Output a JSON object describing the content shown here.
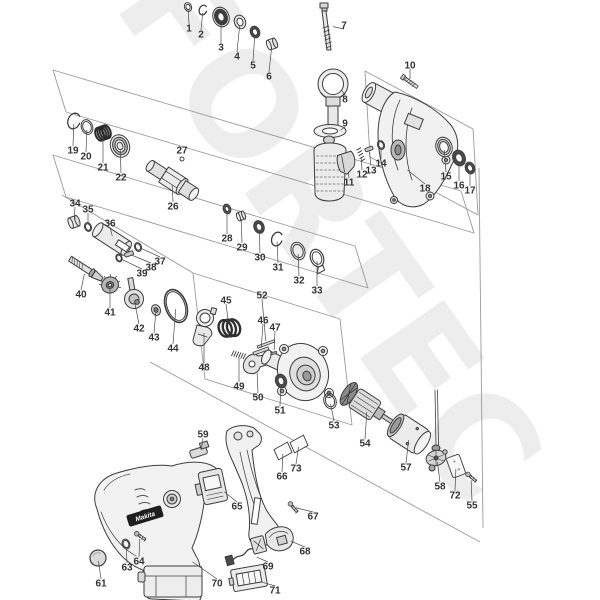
{
  "watermark": {
    "text": "FORTEC",
    "color": "#ededed"
  },
  "brand_label": "Makita",
  "diagram": {
    "line_color": "#3d3d3d",
    "box_color": "#9a9a9a",
    "leader_color": "#4a4a4a",
    "parts": [
      {
        "n": "1",
        "l": [
          189,
          28
        ],
        "t": [
          188,
          7
        ],
        "k": "ring",
        "s": 4.5
      },
      {
        "n": "2",
        "l": [
          201,
          34
        ],
        "t": [
          203,
          10
        ],
        "k": "circlip",
        "s": 5
      },
      {
        "n": "3",
        "l": [
          221,
          47
        ],
        "t": [
          221,
          17
        ],
        "k": "ringlg",
        "s": 10
      },
      {
        "n": "4",
        "l": [
          237,
          56
        ],
        "t": [
          240,
          22
        ],
        "k": "washer",
        "s": 7
      },
      {
        "n": "5",
        "l": [
          253,
          65
        ],
        "t": [
          255,
          32
        ],
        "k": "ringdark",
        "s": 6
      },
      {
        "n": "6",
        "l": [
          269,
          76
        ],
        "t": [
          272,
          44
        ],
        "k": "bush",
        "s": 6
      },
      {
        "n": "7",
        "l": [
          344,
          25
        ],
        "t": [
          330,
          26
        ],
        "k": "none"
      },
      {
        "n": "8",
        "l": [
          345,
          99
        ],
        "t": [
          340,
          88
        ],
        "k": "none"
      },
      {
        "n": "9",
        "l": [
          345,
          123
        ],
        "t": [
          338,
          132
        ],
        "k": "none"
      },
      {
        "n": "10",
        "l": [
          410,
          65
        ],
        "t": [
          410,
          82
        ],
        "k": "screwdiag",
        "s": 8,
        "r": 35
      },
      {
        "n": "11",
        "l": [
          349,
          182
        ],
        "t": [
          348,
          170
        ],
        "k": "none"
      },
      {
        "n": "12",
        "l": [
          362,
          174
        ],
        "t": [
          361,
          155
        ],
        "k": "springv",
        "s": 5
      },
      {
        "n": "13",
        "l": [
          371,
          170
        ],
        "t": [
          369,
          149
        ],
        "k": "pin",
        "s": 4
      },
      {
        "n": "14",
        "l": [
          381,
          163
        ],
        "t": [
          381,
          145
        ],
        "k": "oring",
        "s": 4.5
      },
      {
        "n": "15",
        "l": [
          446,
          176
        ],
        "t": [
          444,
          147
        ],
        "k": "bearing",
        "s": 10
      },
      {
        "n": "16",
        "l": [
          459,
          185
        ],
        "t": [
          459,
          158
        ],
        "k": "ringdark",
        "s": 8
      },
      {
        "n": "17",
        "l": [
          470,
          190
        ],
        "t": [
          470,
          168
        ],
        "k": "ringdark",
        "s": 6
      },
      {
        "n": "18",
        "l": [
          425,
          188
        ],
        "t": [
          405,
          168
        ],
        "k": "none"
      },
      {
        "n": "19",
        "l": [
          73,
          150
        ],
        "t": [
          74,
          121
        ],
        "k": "circlip",
        "s": 8
      },
      {
        "n": "20",
        "l": [
          86,
          156
        ],
        "t": [
          87,
          127
        ],
        "k": "oring",
        "s": 7.5
      },
      {
        "n": "21",
        "l": [
          103,
          167
        ],
        "t": [
          103,
          133
        ],
        "k": "springdark",
        "s": 8
      },
      {
        "n": "22",
        "l": [
          121,
          177
        ],
        "t": [
          120,
          146
        ],
        "k": "bearinglg",
        "s": 11.5
      },
      {
        "n": "26",
        "l": [
          173,
          206
        ],
        "t": [
          172,
          182
        ],
        "k": "none"
      },
      {
        "n": "27",
        "l": [
          182,
          150
        ],
        "t": [
          182,
          159
        ],
        "k": "dot",
        "s": 2
      },
      {
        "n": "28",
        "l": [
          227,
          238
        ],
        "t": [
          227,
          209
        ],
        "k": "oringdark",
        "s": 5
      },
      {
        "n": "29",
        "l": [
          242,
          247
        ],
        "t": [
          241,
          216
        ],
        "k": "bush",
        "s": 5
      },
      {
        "n": "30",
        "l": [
          260,
          257
        ],
        "t": [
          259,
          227
        ],
        "k": "ringdark",
        "s": 6.5
      },
      {
        "n": "31",
        "l": [
          278,
          267
        ],
        "t": [
          277,
          239
        ],
        "k": "circlip",
        "s": 7
      },
      {
        "n": "32",
        "l": [
          299,
          280
        ],
        "t": [
          298,
          251
        ],
        "k": "oring",
        "s": 9
      },
      {
        "n": "33",
        "l": [
          317,
          290
        ],
        "t": [
          317,
          258
        ],
        "k": "ringtab",
        "s": 9
      },
      {
        "n": "34",
        "l": [
          75,
          203
        ],
        "t": [
          74,
          222
        ],
        "k": "cyl",
        "s": 6.5
      },
      {
        "n": "35",
        "l": [
          88,
          209
        ],
        "t": [
          88,
          227
        ],
        "k": "oring",
        "s": 4.5
      },
      {
        "n": "36",
        "l": [
          110,
          223
        ],
        "t": [
          113,
          239
        ],
        "k": "none"
      },
      {
        "n": "37",
        "l": [
          160,
          261
        ],
        "t": [
          138,
          247
        ],
        "k": "oring",
        "s": 4.5
      },
      {
        "n": "38",
        "l": [
          151,
          267
        ],
        "t": [
          129,
          254
        ],
        "k": "pin",
        "s": 4.5
      },
      {
        "n": "39",
        "l": [
          142,
          273
        ],
        "t": [
          119,
          258
        ],
        "k": "oring",
        "s": 4
      },
      {
        "n": "40",
        "l": [
          81,
          294
        ],
        "t": [
          85,
          271
        ],
        "k": "none"
      },
      {
        "n": "41",
        "l": [
          110,
          312
        ],
        "t": [
          110,
          285
        ],
        "k": "none"
      },
      {
        "n": "42",
        "l": [
          139,
          328
        ],
        "t": [
          134,
          299
        ],
        "k": "none"
      },
      {
        "n": "43",
        "l": [
          154,
          337
        ],
        "t": [
          156,
          310
        ],
        "k": "washerd",
        "s": 5.5
      },
      {
        "n": "44",
        "l": [
          173,
          348
        ],
        "t": [
          176,
          306
        ],
        "k": "oringxl",
        "s": 17
      },
      {
        "n": "45",
        "l": [
          226,
          300
        ],
        "t": [
          229,
          327
        ],
        "k": "springrings",
        "s": 9
      },
      {
        "n": "46",
        "l": [
          263,
          320
        ],
        "t": [
          261,
          351
        ],
        "k": "rod",
        "s": 8
      },
      {
        "n": "47",
        "l": [
          275,
          327
        ],
        "t": [
          274,
          353
        ],
        "k": "pintiny",
        "s": 3
      },
      {
        "n": "48",
        "l": [
          204,
          367
        ],
        "t": [
          204,
          330
        ],
        "k": "none"
      },
      {
        "n": "49",
        "l": [
          239,
          386
        ],
        "t": [
          239,
          355
        ],
        "k": "springdiag",
        "s": 7
      },
      {
        "n": "50",
        "l": [
          258,
          397
        ],
        "t": [
          257,
          370
        ],
        "k": "none"
      },
      {
        "n": "51",
        "l": [
          280,
          410
        ],
        "t": [
          281,
          381
        ],
        "k": "ringdark",
        "s": 7
      },
      {
        "n": "52",
        "l": [
          262,
          295
        ],
        "t": [
          266,
          344
        ],
        "k": "rodlong",
        "s": 9
      },
      {
        "n": "53",
        "l": [
          334,
          425
        ],
        "t": [
          330,
          401
        ],
        "k": "oring",
        "s": 8
      },
      {
        "n": "54",
        "l": [
          365,
          443
        ],
        "t": [
          367,
          409
        ],
        "k": "none"
      },
      {
        "n": "55",
        "l": [
          472,
          505
        ],
        "t": [
          471,
          477
        ],
        "k": "screwsm",
        "s": 5,
        "r": 40
      },
      {
        "n": "57",
        "l": [
          406,
          467
        ],
        "t": [
          409,
          437
        ],
        "k": "none"
      },
      {
        "n": "58",
        "l": [
          440,
          486
        ],
        "t": [
          437,
          459
        ],
        "k": "none"
      },
      {
        "n": "59",
        "l": [
          203,
          434
        ],
        "t": [
          201,
          452
        ],
        "k": "none"
      },
      {
        "n": "61",
        "l": [
          101,
          583
        ],
        "t": [
          98,
          558
        ],
        "k": "cap",
        "s": 8
      },
      {
        "n": "63",
        "l": [
          127,
          567
        ],
        "t": [
          126,
          544
        ],
        "k": "oring",
        "s": 5
      },
      {
        "n": "64",
        "l": [
          139,
          561
        ],
        "t": [
          140,
          536
        ],
        "k": "screwsm",
        "s": 5,
        "r": 35
      },
      {
        "n": "65",
        "l": [
          237,
          506
        ],
        "t": [
          222,
          490
        ],
        "k": "none"
      },
      {
        "n": "66",
        "l": [
          282,
          476
        ],
        "t": [
          283,
          451
        ],
        "k": "sticker",
        "s": 8
      },
      {
        "n": "67",
        "l": [
          313,
          516
        ],
        "t": [
          293,
          507
        ],
        "k": "screwsm",
        "s": 5,
        "r": 50
      },
      {
        "n": "68",
        "l": [
          305,
          551
        ],
        "t": [
          288,
          540
        ],
        "k": "none"
      },
      {
        "n": "69",
        "l": [
          268,
          566
        ],
        "t": [
          254,
          556
        ],
        "k": "none"
      },
      {
        "n": "70",
        "l": [
          217,
          583
        ],
        "t": [
          190,
          560
        ],
        "k": "none"
      },
      {
        "n": "71",
        "l": [
          275,
          590
        ],
        "t": [
          258,
          581
        ],
        "k": "none"
      },
      {
        "n": "72",
        "l": [
          455,
          495
        ],
        "t": [
          456,
          466
        ],
        "k": "plate",
        "s": 8
      },
      {
        "n": "73",
        "l": [
          296,
          468
        ],
        "t": [
          299,
          444
        ],
        "k": "sticker",
        "s": 8
      }
    ],
    "boxes": [
      [
        53,
        70,
        461,
        191,
        474,
        233,
        66,
        112
      ],
      [
        365,
        71,
        473,
        129,
        478,
        215,
        370,
        157
      ],
      [
        53,
        155,
        355,
        246,
        368,
        288,
        66,
        197
      ],
      [
        193,
        273,
        340,
        319,
        352,
        425,
        205,
        379
      ]
    ],
    "lines": [
      [
        479,
        168,
        483,
        528
      ],
      [
        150,
        362,
        480,
        542
      ],
      [
        62,
        195,
        193,
        273
      ]
    ]
  }
}
